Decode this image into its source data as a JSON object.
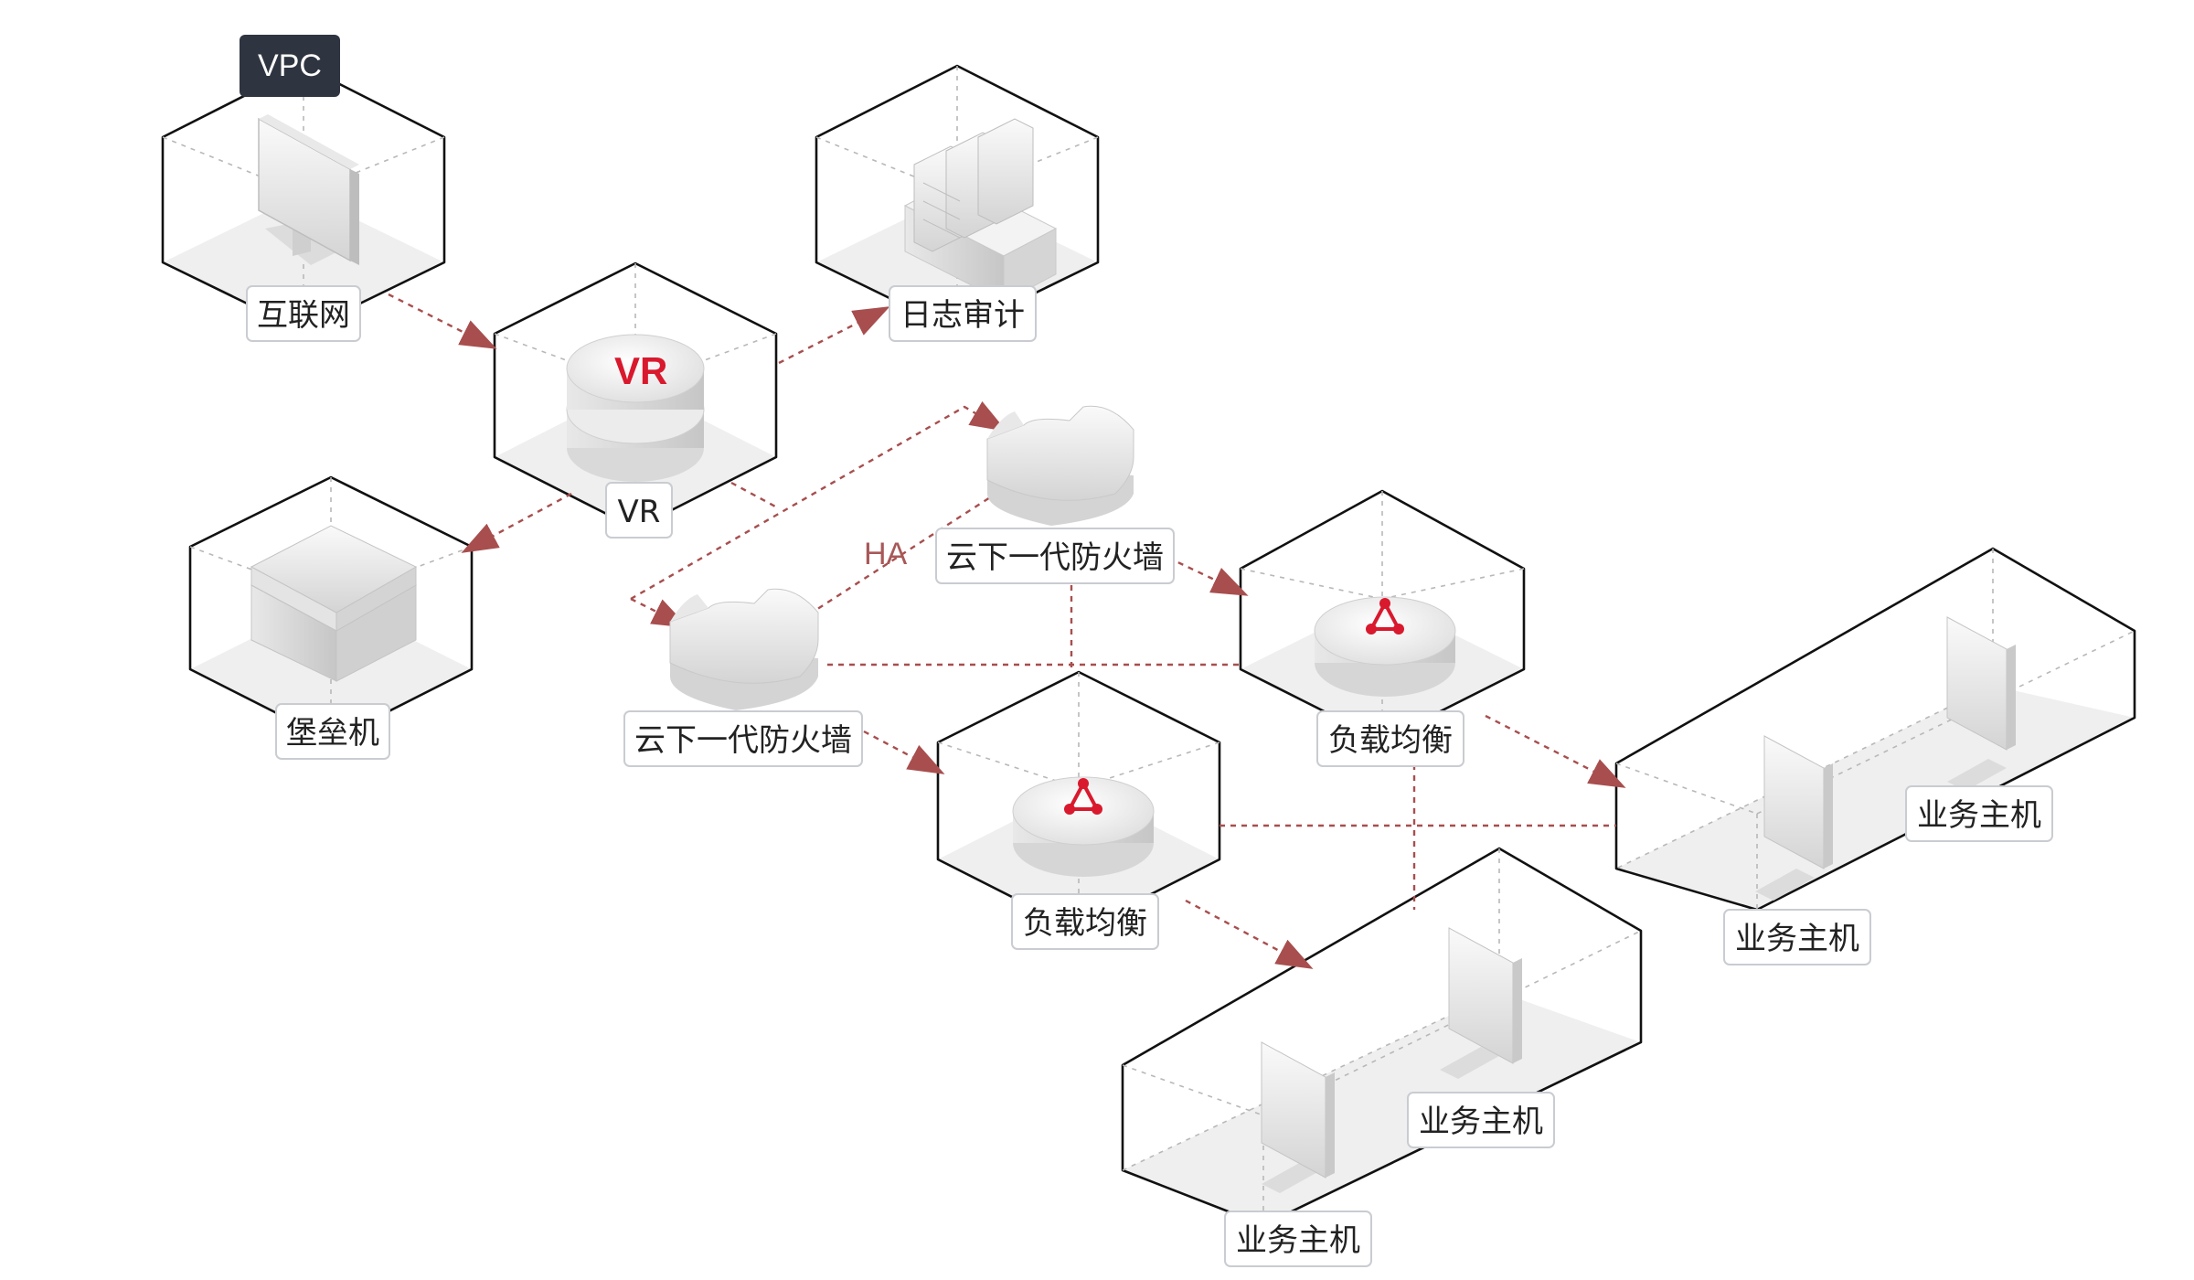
{
  "vpc": {
    "label": "VPC"
  },
  "nodes": {
    "internet": {
      "label": "互联网",
      "icon": "monitor-icon"
    },
    "vr": {
      "label": "VR",
      "icon": "vr-router-icon",
      "logo_text": "VR"
    },
    "log_audit": {
      "label": "日志审计",
      "icon": "server-rack-icon"
    },
    "bastion": {
      "label": "堡垒机",
      "icon": "bastion-box-icon"
    },
    "firewall_top": {
      "label": "云下一代防火墙",
      "icon": "shield-icon"
    },
    "firewall_left": {
      "label": "云下一代防火墙",
      "icon": "shield-icon"
    },
    "lb_right": {
      "label": "负载均衡",
      "icon": "load-balancer-icon"
    },
    "lb_mid": {
      "label": "负载均衡",
      "icon": "load-balancer-icon"
    },
    "host_r1": {
      "label": "业务主机",
      "icon": "host-panel-icon"
    },
    "host_r2": {
      "label": "业务主机",
      "icon": "host-panel-icon"
    },
    "host_b1": {
      "label": "业务主机",
      "icon": "host-panel-icon"
    },
    "host_b2": {
      "label": "业务主机",
      "icon": "host-panel-icon"
    }
  },
  "ha_label": "HA",
  "colors": {
    "accent": "#d9192d",
    "link": "#a84e4e",
    "vpc_bg": "#2e3440"
  }
}
